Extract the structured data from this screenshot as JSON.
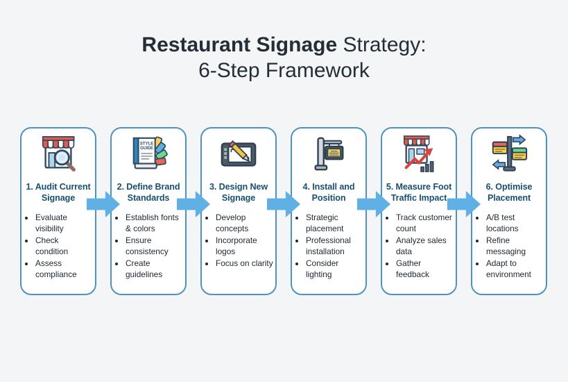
{
  "page": {
    "background": "#f3f5f6"
  },
  "title": {
    "bold_part": "Restaurant Signage",
    "regular_part": " Strategy:",
    "line2": "6-Step Framework"
  },
  "colors": {
    "card_border": "#4d92c2",
    "arrow": "#5fb0e5",
    "step_title": "#17506f",
    "title_text": "#262d36",
    "bullet_text": "#1f262e"
  },
  "steps": [
    {
      "title": "1. Audit Current Signage",
      "icon": "storefront-magnifier",
      "bullets": [
        "Evaluate visibility",
        "Check condition",
        "Assess compliance"
      ]
    },
    {
      "title": "2. Define Brand Standards",
      "icon": "style-guide-book",
      "bullets": [
        "Establish fonts & colors",
        "Ensure consistency",
        "Create guidelines"
      ]
    },
    {
      "title": "3. Design New Signage",
      "icon": "drawing-tablet",
      "bullets": [
        "Develop concepts",
        "Incorporate logos",
        "Focus on clarity"
      ]
    },
    {
      "title": "4. Install and Position",
      "icon": "hanging-sign",
      "bullets": [
        "Strategic placement",
        "Professional installation",
        "Consider lighting"
      ]
    },
    {
      "title": "5. Measure Foot Traffic Impact",
      "icon": "storefront-growth",
      "bullets": [
        "Track customer count",
        "Analyze sales data",
        "Gather feedback"
      ]
    },
    {
      "title": "6. Optimise Placement",
      "icon": "signpost-arrows",
      "bullets": [
        "A/B test locations",
        "Refine messaging",
        "Adapt to environment"
      ]
    }
  ]
}
